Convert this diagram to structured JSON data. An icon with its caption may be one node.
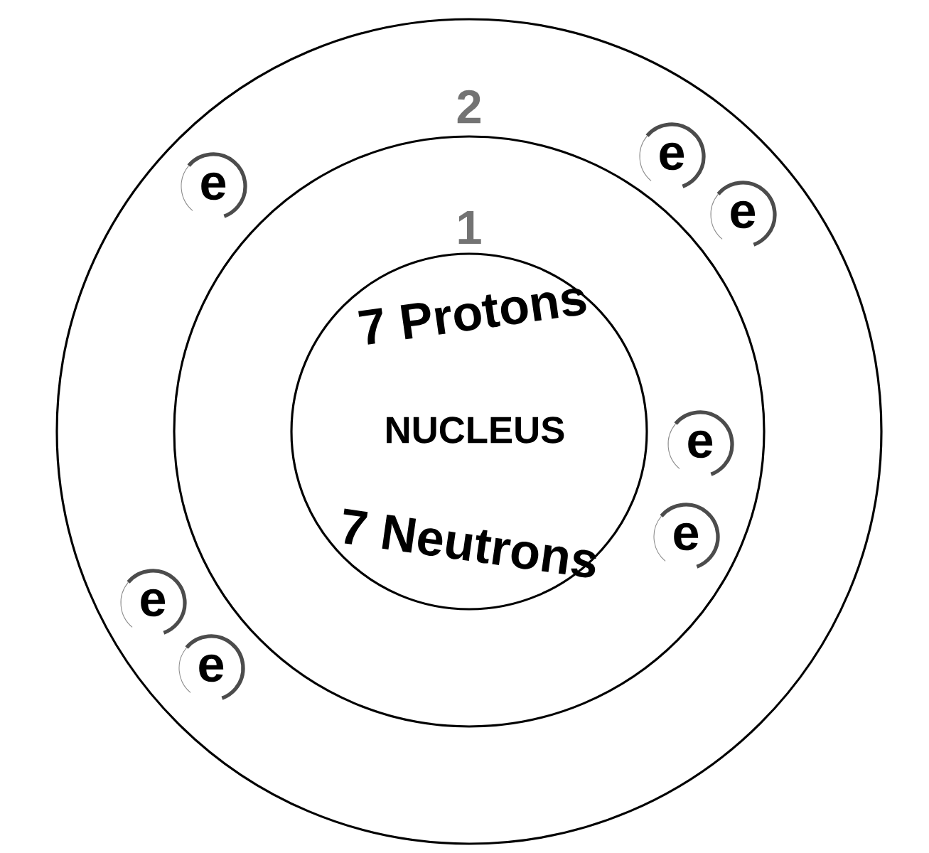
{
  "diagram": {
    "nodes": [
      {
        "text": [
          "2"
        ]
      },
      {
        "text": [
          "1"
        ],
        "in": 0
      },
      {
        "text": [
          "7 Protons",
          "NUCLEUS",
          "7 Neutrons"
        ],
        "in": 1
      },
      {
        "text": [
          "e"
        ],
        "in": 0
      },
      {
        "text": [
          "e"
        ],
        "in": 0
      },
      {
        "text": [
          "e"
        ],
        "in": 0
      },
      {
        "text": [
          "e"
        ],
        "in": 1
      },
      {
        "text": [
          "e"
        ],
        "in": 1
      },
      {
        "text": [
          "e"
        ],
        "in": 0
      },
      {
        "text": [
          "e"
        ],
        "in": 0
      }
    ]
  }
}
